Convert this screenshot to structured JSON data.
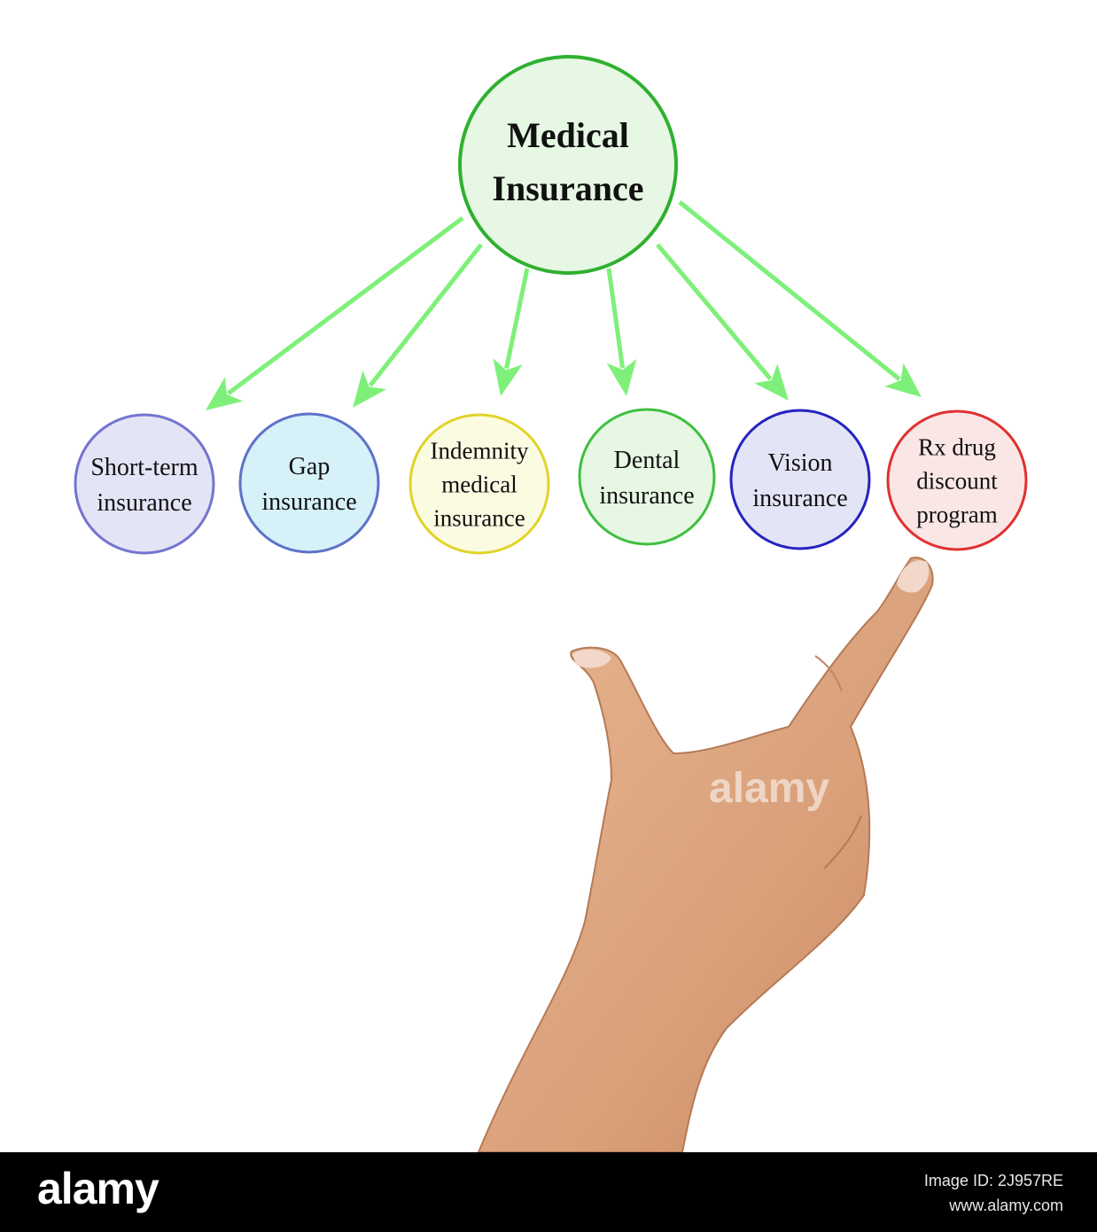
{
  "diagram": {
    "root": {
      "lines": [
        "Medical",
        "Insurance"
      ],
      "fill": "#e6f7e3",
      "stroke": "#2fb02f"
    },
    "arrow_color": "#7ef07a",
    "children": [
      {
        "lines": [
          "Short-term",
          "insurance"
        ],
        "fill": "#e4e4f7",
        "stroke": "#7474d0"
      },
      {
        "lines": [
          "Gap",
          "insurance"
        ],
        "fill": "#d6f1f8",
        "stroke": "#5e72c9"
      },
      {
        "lines": [
          "Indemnity",
          "medical",
          "insurance"
        ],
        "fill": "#fbfbe2",
        "stroke": "#e0d42a"
      },
      {
        "lines": [
          "Dental",
          "insurance"
        ],
        "fill": "#e6f7e3",
        "stroke": "#3fbf3f"
      },
      {
        "lines": [
          "Vision",
          "insurance"
        ],
        "fill": "#e4e4f7",
        "stroke": "#2424c0"
      },
      {
        "lines": [
          "Rx drug",
          "discount",
          "program"
        ],
        "fill": "#fbe6e6",
        "stroke": "#e03030"
      }
    ]
  },
  "watermark": "alamy",
  "footer": {
    "logo": "alamy",
    "image_id": "Image ID: 2J957RE",
    "site": "www.alamy.com"
  }
}
